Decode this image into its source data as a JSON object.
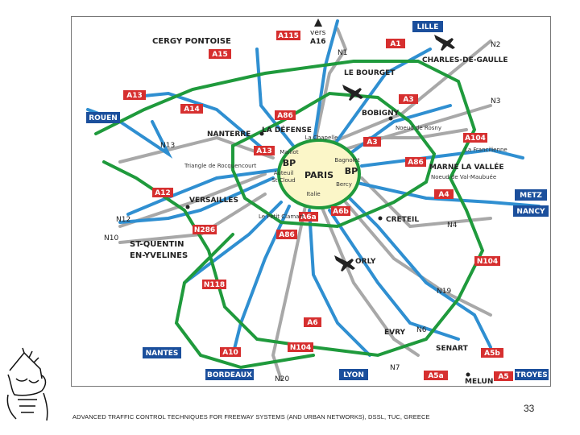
{
  "footer": {
    "text": "ADVANCED TRAFFIC CONTROL TECHNIQUES FOR FREEWAY SYSTEMS (AND URBAN NETWORKS), DSSL, TUC, GREECE",
    "page_number": "33"
  },
  "map": {
    "center_label": "PARIS",
    "bp_label": "BP",
    "vers_label": "vers",
    "center_places": [
      "La Chapelle",
      "Bagnolet",
      "Maillot",
      "Auteuil",
      "St Cloud",
      "Italie",
      "Bercy"
    ],
    "motorways": [
      "A115",
      "A16",
      "A1",
      "A15",
      "A13",
      "A14",
      "A86",
      "A3",
      "A104",
      "A86",
      "A13",
      "A3",
      "A12",
      "A6a",
      "A6b",
      "A4",
      "N286",
      "A86",
      "N118",
      "N104",
      "A6",
      "N104",
      "A10",
      "A5a",
      "A5b",
      "A5"
    ],
    "national_roads": [
      "N1",
      "N2",
      "N3",
      "N13",
      "N12",
      "N10",
      "N4",
      "N19",
      "N6",
      "N7",
      "N20"
    ],
    "cities": [
      "CERGY PONTOISE",
      "LE BOURGET",
      "CHARLES-DE-GAULLE",
      "BOBIGNY",
      "NANTERRE",
      "LA DÉFENSE",
      "MARNE LA VALLÉE",
      "VERSAILLES",
      "CRETEIL",
      "ST-QUENTIN",
      "EN-YVELINES",
      "ORLY",
      "EVRY",
      "SENART",
      "MELUN"
    ],
    "small_labels": [
      "Triangle de Rocquencourt",
      "Noeud de Rosny",
      "La Francilienne",
      "Noeud de Val-Maubuée",
      "Le Petit Clamart"
    ],
    "destinations": [
      "LILLE",
      "ROUEN",
      "METZ",
      "NANCY",
      "NANTES",
      "BORDEAUX",
      "LYON",
      "TROYES"
    ],
    "colors": {
      "motorway_red": "#d62f2f",
      "destination_blue": "#1b4f9c",
      "ring_green": "#1f9a3c",
      "radial_blue": "#2f8fd1",
      "road_grey": "#a8a8a8",
      "center_fill": "#fbf6c8"
    }
  }
}
